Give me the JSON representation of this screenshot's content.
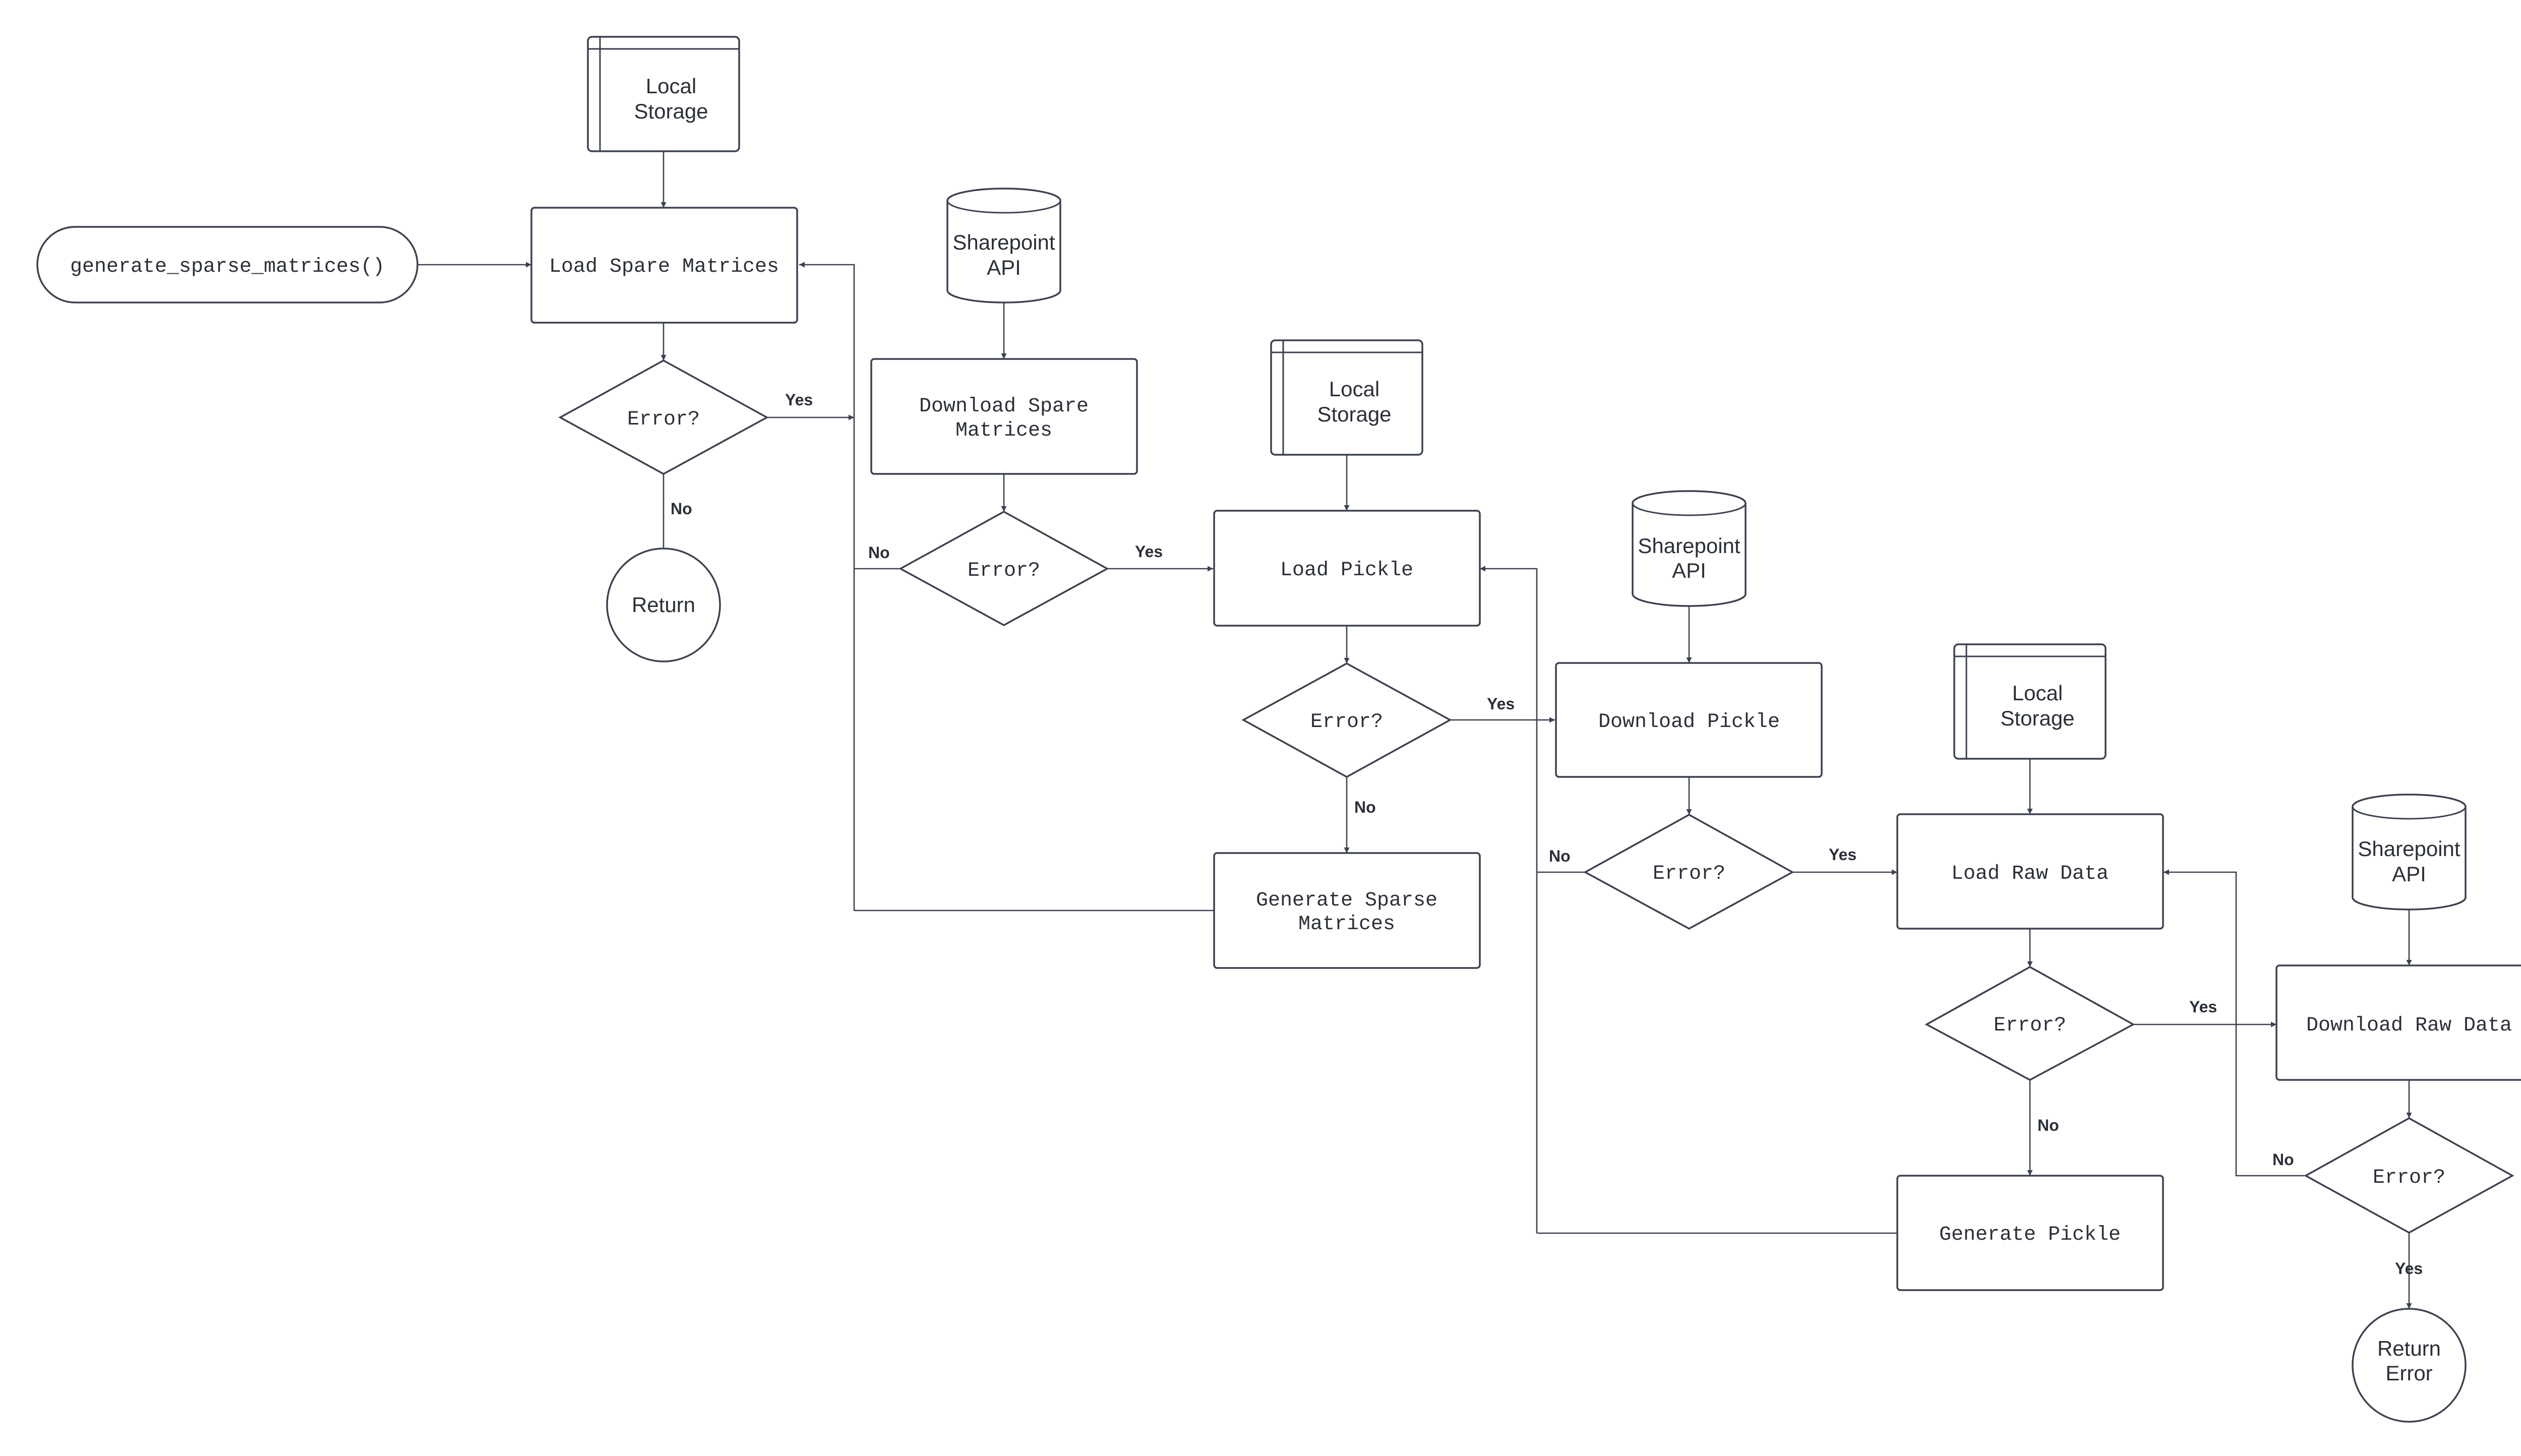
{
  "diagram": {
    "start": "generate_sparse_matrices()",
    "return": "Return",
    "return_error": [
      "Return",
      "Error"
    ],
    "error_label": "Error?",
    "yes": "Yes",
    "no": "No",
    "local_storage": [
      "Local",
      "Storage"
    ],
    "sharepoint_api": [
      "Sharepoint",
      "API"
    ],
    "load_spare_matrices": "Load Spare Matrices",
    "download_spare_matrices": [
      "Download Spare",
      "Matrices"
    ],
    "load_pickle": "Load Pickle",
    "generate_sparse_matrices": [
      "Generate Sparse",
      "Matrices"
    ],
    "download_pickle": "Download Pickle",
    "load_raw_data": "Load Raw Data",
    "generate_pickle": "Generate Pickle",
    "download_raw_data": "Download Raw Data"
  },
  "colors": {
    "stroke": "#3c4150",
    "text": "#2b2f38",
    "fill": "#ffffff"
  }
}
